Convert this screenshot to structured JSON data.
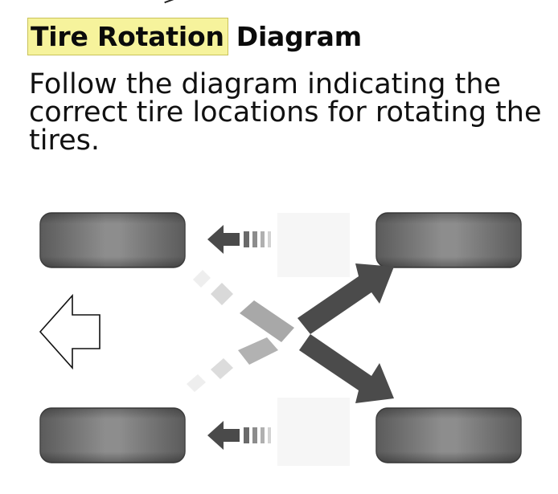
{
  "heading": {
    "highlighted": "Tire Rotation",
    "rest": "Diagram"
  },
  "instruction": "Follow the diagram indicating the correct tire locations for rotating the tires.",
  "colors": {
    "highlight": "#f6f39c",
    "tire": "#6e6e6e",
    "arrow_dark": "#4a4a4a"
  },
  "icons": {
    "tires": [
      "tire-icon",
      "tire-icon",
      "tire-icon",
      "tire-icon"
    ],
    "arrows": [
      "front-direction-arrow-icon",
      "left-arrow-icon",
      "diagonal-arrow-icon"
    ]
  }
}
